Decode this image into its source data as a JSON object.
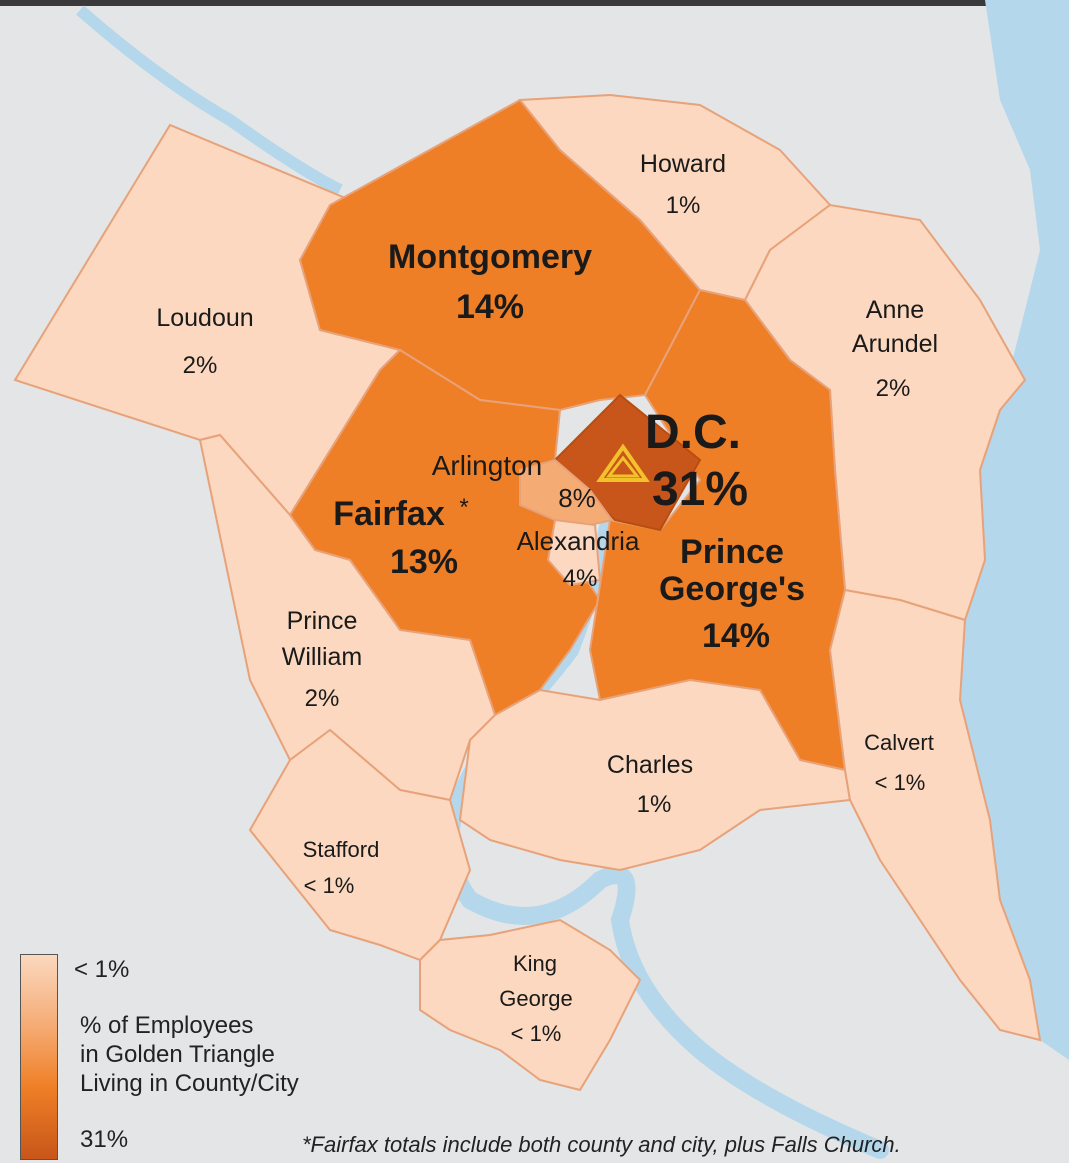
{
  "colors": {
    "background": "#e4e5e6",
    "water": "#b5d7ec",
    "low": "#fbd8bf",
    "high": "#ef7f26",
    "dc": "#c8561a",
    "arlington": "#f5ab74"
  },
  "regions": {
    "montgomery": {
      "name": "Montgomery",
      "pct": "14%"
    },
    "howard": {
      "name": "Howard",
      "pct": "1%"
    },
    "loudoun": {
      "name": "Loudoun",
      "pct": "2%"
    },
    "anne_arundel": {
      "name_line1": "Anne",
      "name_line2": "Arundel",
      "pct": "2%"
    },
    "dc": {
      "name": "D.C.",
      "pct": "31%"
    },
    "arlington": {
      "name": "Arlington",
      "pct": "8%"
    },
    "fairfax": {
      "name": "Fairfax",
      "mark": "*",
      "pct": "13%"
    },
    "alexandria": {
      "name": "Alexandria",
      "pct": "4%"
    },
    "prince_georges": {
      "name_line1": "Prince",
      "name_line2": "George's",
      "pct": "14%"
    },
    "prince_william": {
      "name_line1": "Prince",
      "name_line2": "William",
      "pct": "2%"
    },
    "charles": {
      "name": "Charles",
      "pct": "1%"
    },
    "calvert": {
      "name": "Calvert",
      "pct": "< 1%"
    },
    "stafford": {
      "name": "Stafford",
      "pct": "< 1%"
    },
    "king_george": {
      "name_line1": "King",
      "name_line2": "George",
      "pct": "< 1%"
    }
  },
  "legend": {
    "min_label": "< 1%",
    "max_label": "31%",
    "title_line1": "% of Employees",
    "title_line2": "in Golden Triangle",
    "title_line3": "Living in County/City"
  },
  "footnote": "*Fairfax totals include both county and city, plus Falls Church.",
  "marker_icon": "golden-triangle-icon"
}
